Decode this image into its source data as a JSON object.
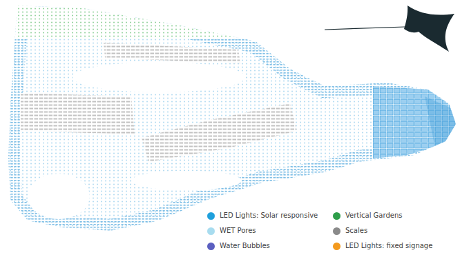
{
  "diagram": {
    "legend": [
      {
        "text": "LED Lights: Solar responsive",
        "color": "#1fa0dc"
      },
      {
        "text": "Vertical Gardens",
        "color": "#2e9e4a"
      },
      {
        "text": "WET Pores",
        "color": "#a8dcef"
      },
      {
        "text": "Scales",
        "color": "#8a8a8a"
      },
      {
        "text": "Water Bubbles",
        "color": "#5b5fc0"
      },
      {
        "text": "LED Lights: fixed signage",
        "color": "#f39a1e"
      }
    ]
  }
}
